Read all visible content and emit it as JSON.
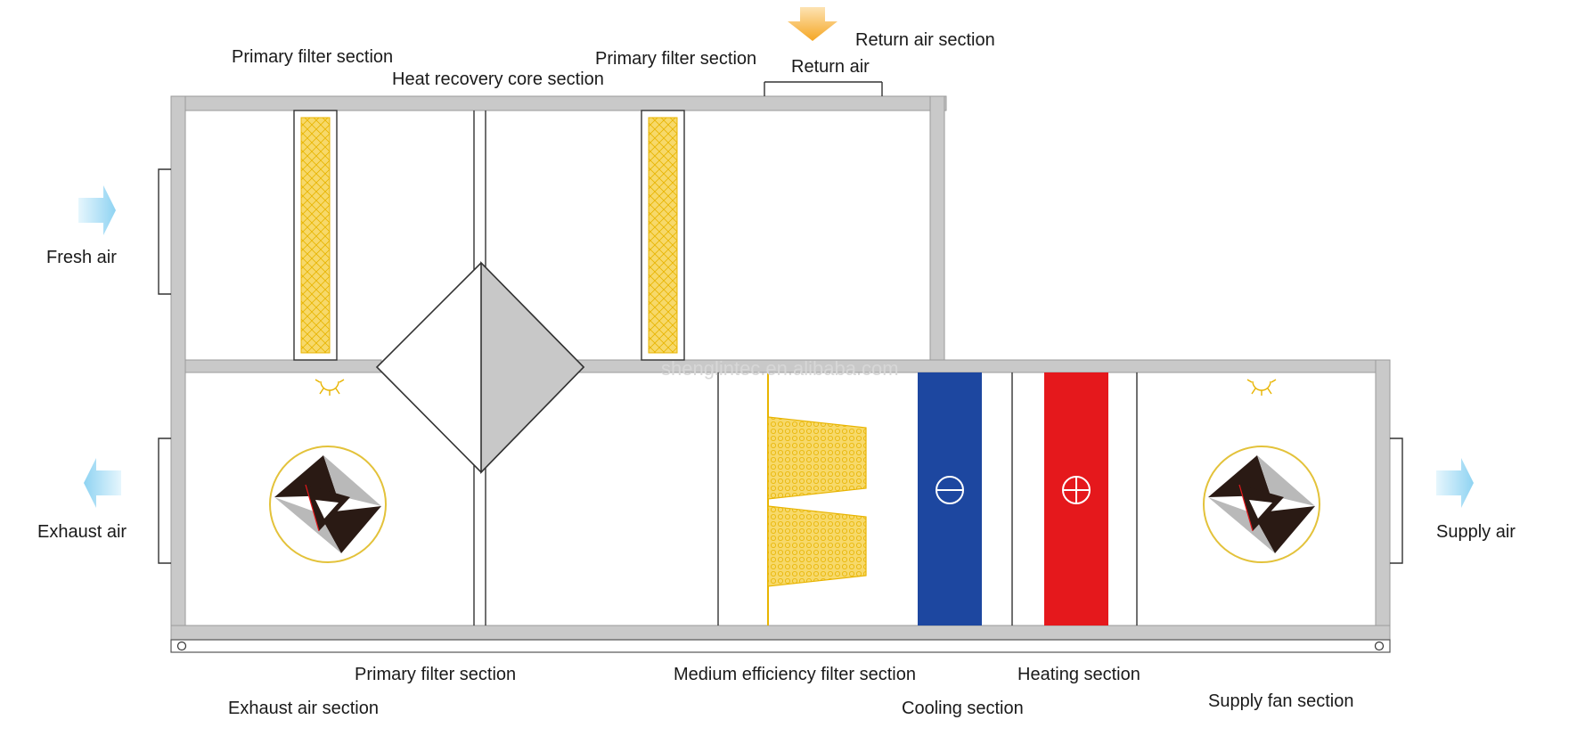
{
  "diagram": {
    "labels": {
      "primary_filter_top_left": "Primary filter section",
      "heat_recovery_core": "Heat recovery core section",
      "primary_filter_top_mid": "Primary filter section",
      "return_air_section": "Return air section",
      "return_air": "Return air",
      "fresh_air": "Fresh air",
      "exhaust_air": "Exhaust air",
      "supply_air": "Supply air",
      "primary_filter_bottom": "Primary filter section",
      "exhaust_air_section": "Exhaust air section",
      "medium_filter": "Medium efficiency filter section",
      "cooling_section": "Cooling section",
      "heating_section": "Heating section",
      "supply_fan_section": "Supply fan section"
    },
    "watermark": "shenglintec.en.alibaba.com",
    "colors": {
      "casing": "#c9c9c9",
      "filter": "#f7d96a",
      "filter_edge": "#e8b400",
      "cooling_coil": "#1d47a0",
      "heating_coil": "#e5181c",
      "airflow_arrow": "#8fd3f2",
      "return_arrow": "#f5a623",
      "core": "#c8c8c8",
      "fan_ring": "#e3c23a",
      "fan_blade_dark": "#2a1a14"
    },
    "icons": {
      "fresh_air_arrow": "arrow-right-icon",
      "exhaust_air_arrow": "arrow-left-icon",
      "supply_air_arrow": "arrow-right-icon",
      "return_air_arrow": "arrow-down-icon",
      "cooling_symbol": "minus-circle-icon",
      "heating_symbol": "plus-circle-icon"
    }
  }
}
